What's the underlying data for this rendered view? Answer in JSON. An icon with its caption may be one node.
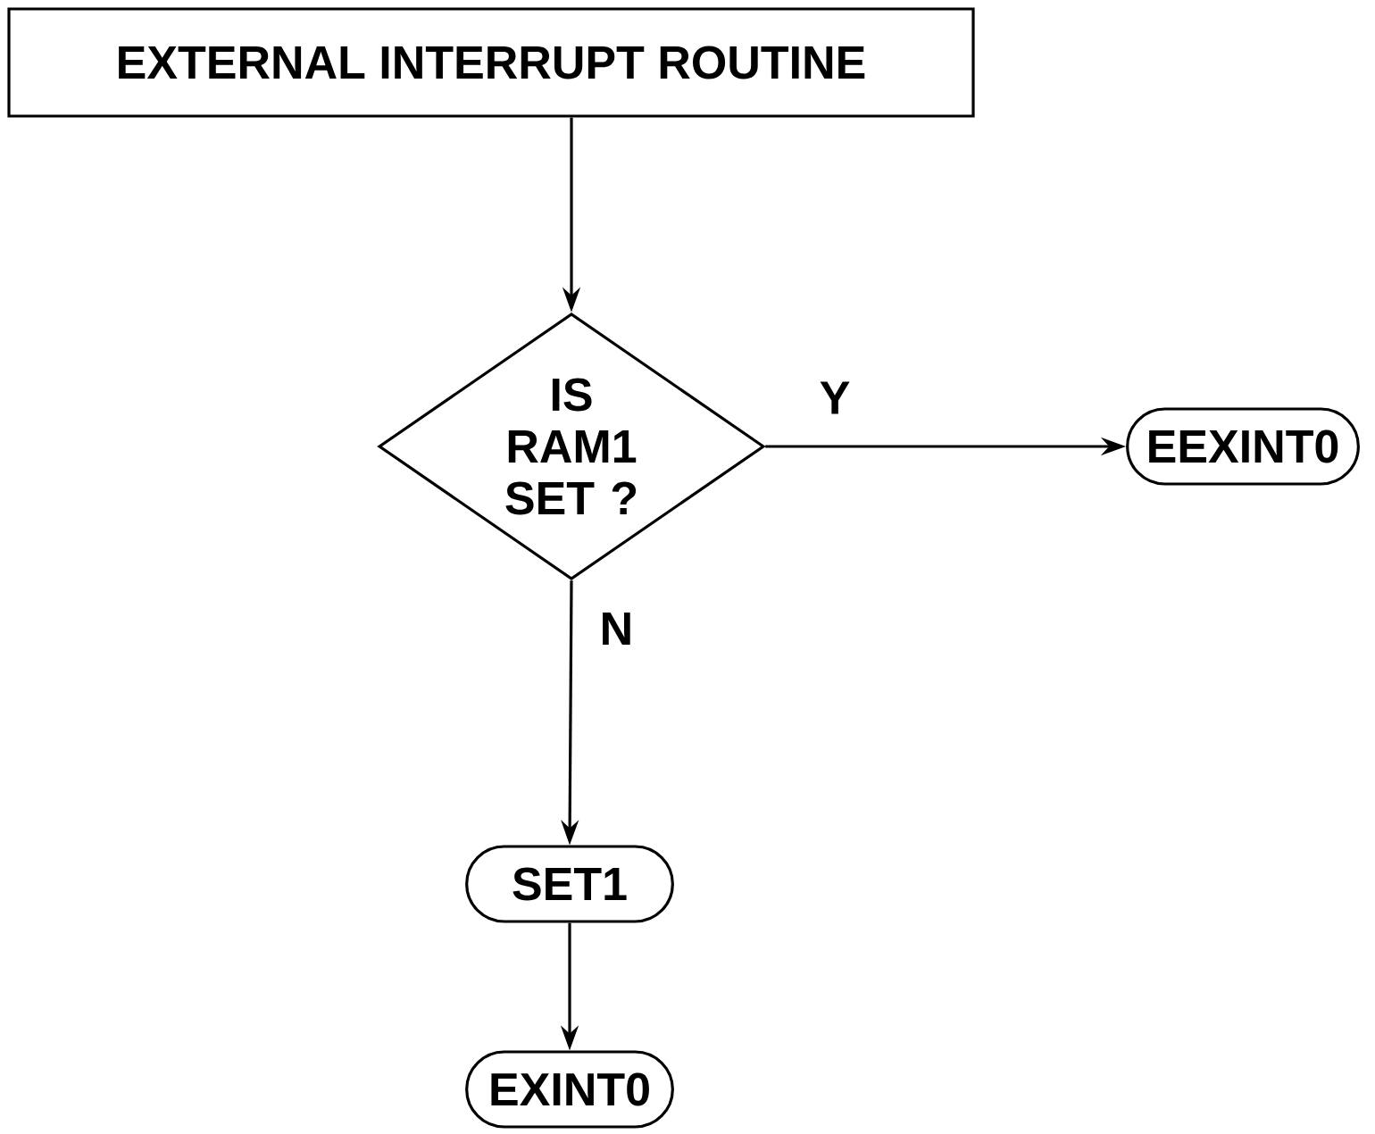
{
  "diagram": {
    "nodes": [
      {
        "text": [
          "EXTERNAL INTERRUPT ROUTINE"
        ]
      },
      {
        "text": [
          "IS RAM1 SET ?"
        ]
      },
      {
        "text": [
          "EEXINT0"
        ]
      },
      {
        "text": [
          "SET1"
        ]
      },
      {
        "text": [
          "EXINT0"
        ]
      }
    ],
    "edges": [
      {
        "from": 0,
        "to": 1,
        "arrow": "to"
      },
      {
        "from": 1,
        "to": 2,
        "arrow": "to",
        "label": "Y"
      },
      {
        "from": 1,
        "to": 3,
        "arrow": "to",
        "label": "N"
      },
      {
        "from": 3,
        "to": 4,
        "arrow": "to"
      }
    ]
  }
}
